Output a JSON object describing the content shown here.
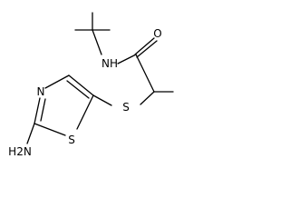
{
  "molecule": {
    "atoms": {
      "o": "O",
      "nh": "NH",
      "s_thioether": "S",
      "n_ring": "N",
      "s_ring": "S",
      "h2n": "H2N"
    }
  },
  "colors": {
    "bond": "#000000",
    "text": "#000000",
    "background": "#ffffff"
  }
}
